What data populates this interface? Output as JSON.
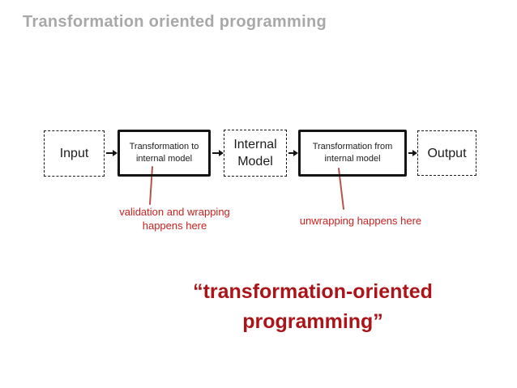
{
  "slide": {
    "title": "Transformation oriented programming"
  },
  "diagram": {
    "nodes": {
      "input": {
        "label": "Input",
        "style": "dashed"
      },
      "transform_to": {
        "line1": "Transformation to",
        "line2": "internal model",
        "style": "solid"
      },
      "internal_model": {
        "line1": "Internal",
        "line2": "Model",
        "style": "dashed"
      },
      "transform_from": {
        "line1": "Transformation from",
        "line2": "internal model",
        "style": "solid"
      },
      "output": {
        "label": "Output",
        "style": "dashed"
      }
    },
    "annotations": {
      "validation": {
        "line1": "validation and wrapping",
        "line2": "happens here"
      },
      "unwrapping": {
        "line1": "unwrapping happens here"
      }
    }
  },
  "quote": {
    "line1": "“transformation-oriented",
    "line2": "programming”"
  },
  "colors": {
    "title_gray": "#a8a8a8",
    "box_border": "#151515",
    "annotation_red": "#c9221e",
    "quote_red": "#ab1418",
    "connector_red": "#b5544c",
    "background": "#ffffff"
  }
}
